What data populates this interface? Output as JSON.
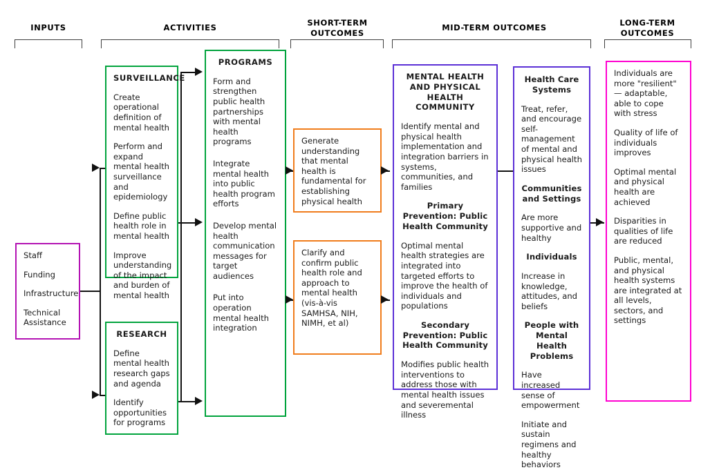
{
  "diagram": {
    "title": "Mental Health Public Health Logic Model",
    "colors": {
      "inputs_border": "#b312b3",
      "activities_border": "#00a33c",
      "short_term_border": "#f07c1b",
      "mid_term_border": "#5b2fd6",
      "long_term_border": "#ff00d0",
      "connector": "#111111",
      "bracket": "#3d3d3d"
    }
  },
  "headers": [
    {
      "id": "inputs",
      "label": "INPUTS"
    },
    {
      "id": "activities",
      "label": "ACTIVITIES"
    },
    {
      "id": "short-term",
      "label": "SHORT-TERM\nOUTCOMES",
      "line1": "SHORT-TERM",
      "line2": "OUTCOMES"
    },
    {
      "id": "mid-term",
      "label": "MID-TERM OUTCOMES"
    },
    {
      "id": "long-term",
      "label": "LONG-TERM\nOUTCOMES",
      "line1": "LONG-TERM",
      "line2": "OUTCOMES"
    }
  ],
  "inputs_box": {
    "items": [
      "Staff",
      "Funding",
      "Infrastructure",
      "Technical Assistance"
    ]
  },
  "surveillance_box": {
    "title": "SURVEILLANCE",
    "items": [
      "Create operational definition of mental health",
      "Perform and expand mental health surveillance and epidemiology",
      "Define public health role in mental health",
      "Improve understanding of the impact and burden of mental health"
    ]
  },
  "research_box": {
    "title": "RESEARCH",
    "items": [
      "Define mental health research gaps and agenda",
      "Identify opportunities for programs"
    ]
  },
  "programs_box": {
    "title": "PROGRAMS",
    "items": [
      "Form and strengthen public health partnerships with mental health programs",
      "Integrate mental health into public health program efforts",
      "Develop mental health communication messages for target audiences",
      "Put into operation mental health integration"
    ]
  },
  "short_term_box_1": {
    "items": [
      "Generate understanding that mental health is fundamental for establishing physical health"
    ]
  },
  "short_term_box_2": {
    "items": [
      "Clarify and confirm public health role and approach to mental health (vis-à-vis SAMHSA, NIH, NIMH, et al)"
    ]
  },
  "mid_term_community_box": {
    "title": "MENTAL HEALTH AND PHYSICAL HEALTH COMMUNITY",
    "blocks": [
      {
        "type": "text",
        "text": "Identify mental and physical health implementation and integration barriers in systems, communities, and families"
      },
      {
        "type": "subhead",
        "text": "Primary Prevention: Public Health Community"
      },
      {
        "type": "text",
        "text": "Optimal mental health strategies are integrated into targeted efforts to improve the health of individuals and populations"
      },
      {
        "type": "subhead",
        "text": "Secondary Prevention: Public Health Community"
      },
      {
        "type": "text",
        "text": "Modifies public health interventions to address those with mental health issues and severemental illness"
      }
    ]
  },
  "mid_term_systems_box": {
    "blocks": [
      {
        "type": "subhead",
        "text": "Health Care Systems"
      },
      {
        "type": "text",
        "text": "Treat, refer, and encourage self-management of mental and physical health issues"
      },
      {
        "type": "subhead",
        "text": "Communities and Settings"
      },
      {
        "type": "text",
        "text": "Are more supportive and healthy"
      },
      {
        "type": "subhead",
        "text": "Individuals"
      },
      {
        "type": "text",
        "text": "Increase in knowledge, attitudes, and beliefs"
      },
      {
        "type": "subhead",
        "text": "People with Mental Health Problems"
      },
      {
        "type": "text",
        "text": "Have increased sense of empowerment"
      },
      {
        "type": "text",
        "text": "Initiate and sustain regimens and healthy behaviors"
      }
    ]
  },
  "long_term_box": {
    "items": [
      "Individuals are more \"resilient\" — adaptable, able to cope with stress",
      "Quality of life of individuals improves",
      "Optimal mental and physical health are achieved",
      "Disparities in qualities of life are reduced",
      "Public, mental, and physical health systems are integrated at all levels, sectors, and settings"
    ]
  }
}
